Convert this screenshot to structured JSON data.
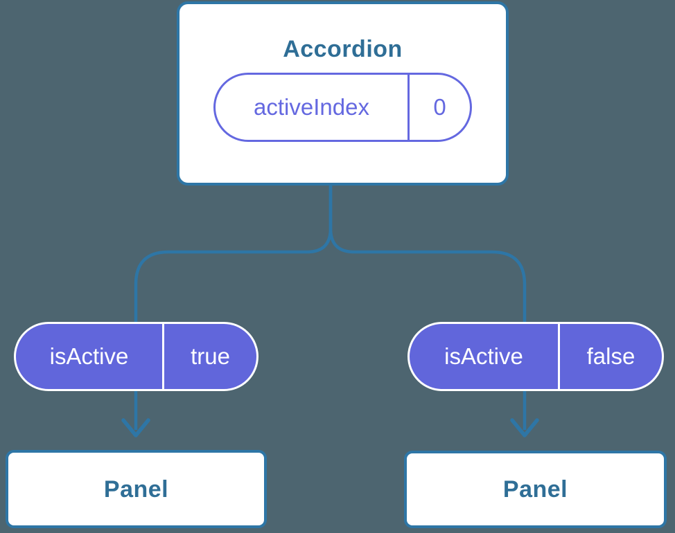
{
  "colors": {
    "background": "#4d6570",
    "node_border": "#2e76a6",
    "node_text": "#2f6e96",
    "connector": "#2e76a6",
    "prop_fill": "#6166db",
    "prop_outline": "#6468e0",
    "white": "#ffffff"
  },
  "tree": {
    "root": {
      "title": "Accordion",
      "state": {
        "name": "activeIndex",
        "value": "0"
      }
    },
    "children": [
      {
        "prop": {
          "name": "isActive",
          "value": "true"
        },
        "node": {
          "title": "Panel"
        }
      },
      {
        "prop": {
          "name": "isActive",
          "value": "false"
        },
        "node": {
          "title": "Panel"
        }
      }
    ]
  }
}
